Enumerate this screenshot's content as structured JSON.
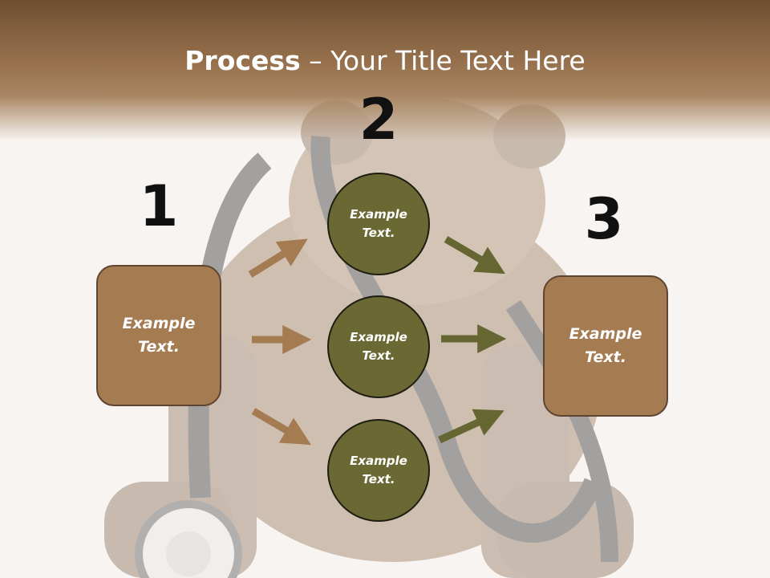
{
  "title": {
    "bold": "Process",
    "rest": " – Your Title Text Here"
  },
  "steps": [
    {
      "number": "1",
      "label": "Example Text."
    },
    {
      "number": "2",
      "label": "Example Text."
    },
    {
      "number": "3",
      "label": "Example Text."
    }
  ],
  "middle": [
    {
      "label": "Example Text."
    },
    {
      "label": "Example Text."
    },
    {
      "label": "Example Text."
    }
  ],
  "colors": {
    "box_fill": "#a57c52",
    "circle_fill": "#6a6934",
    "arrow_left": "#a57c52",
    "arrow_right": "#666633"
  }
}
